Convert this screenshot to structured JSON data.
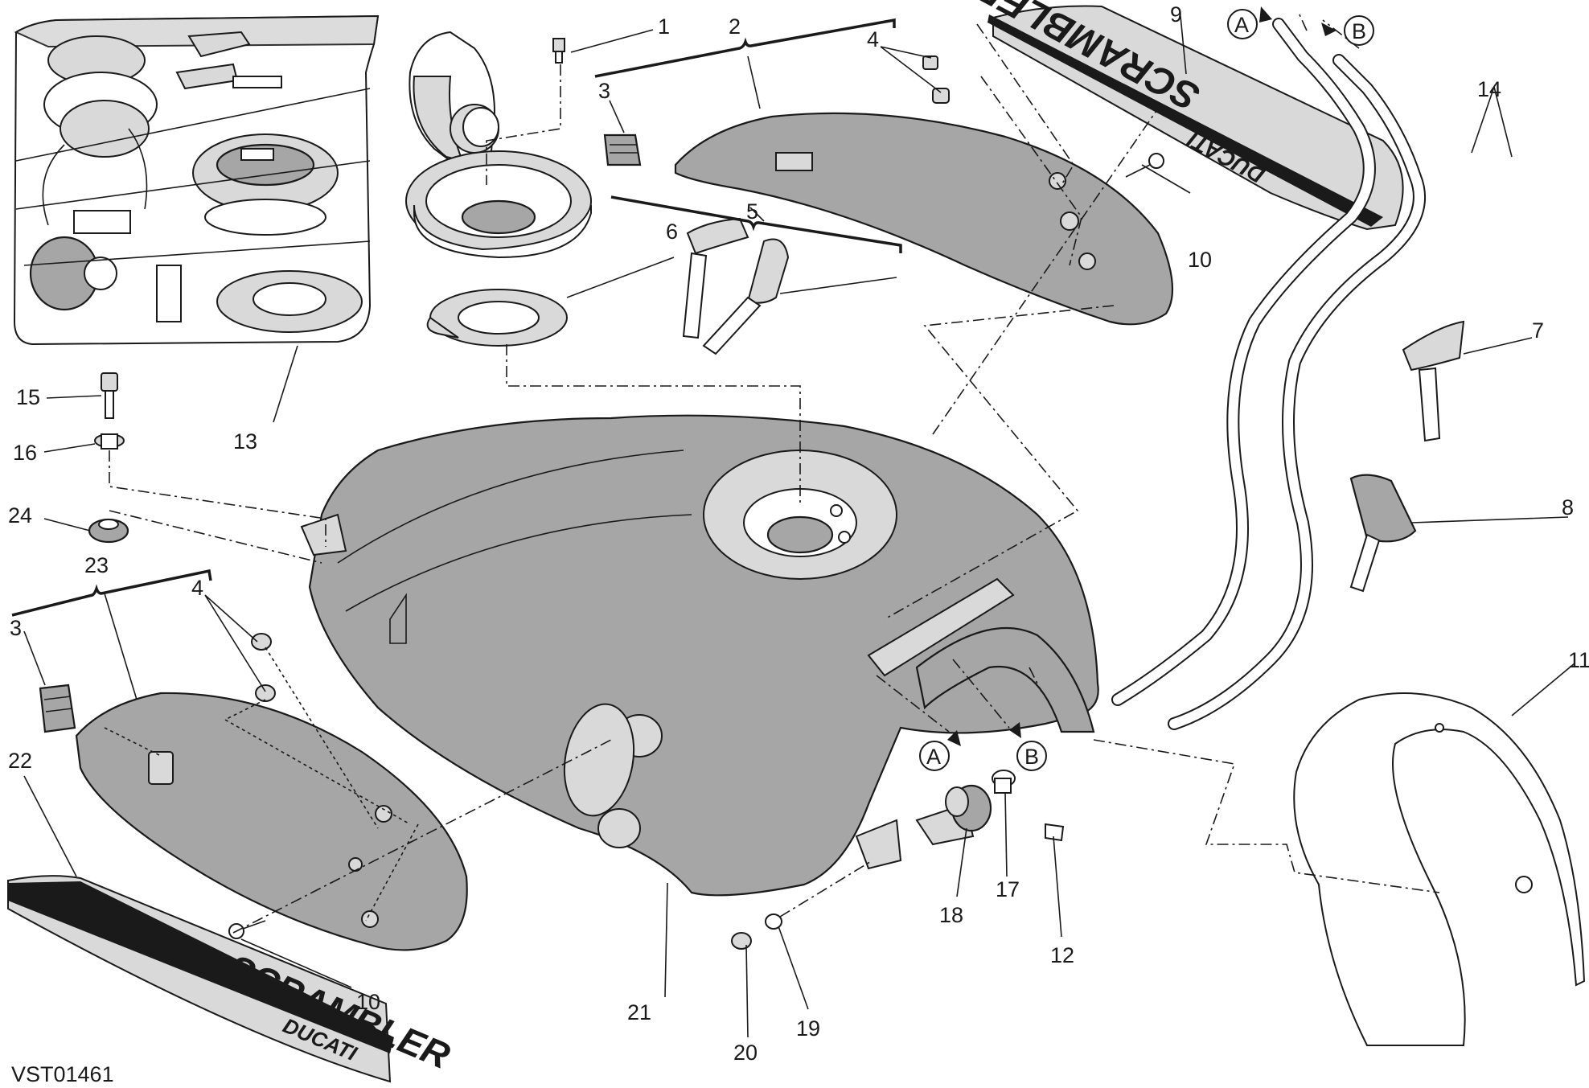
{
  "diagram": {
    "code": "VST01461",
    "callouts": [
      "1",
      "2",
      "3",
      "4",
      "5",
      "6",
      "7",
      "8",
      "9",
      "10",
      "11",
      "12",
      "13",
      "14",
      "15",
      "16",
      "17",
      "18",
      "19",
      "20",
      "21",
      "22",
      "23",
      "24"
    ],
    "flow_markers": [
      "A",
      "B"
    ],
    "decal_text": {
      "brand": "SCRAMBLER",
      "maker": "DUCATI"
    },
    "colors": {
      "part_fill": "#a6a6a6",
      "decal_band": "#a6a6a6",
      "ink": "#1a1a1a"
    }
  }
}
